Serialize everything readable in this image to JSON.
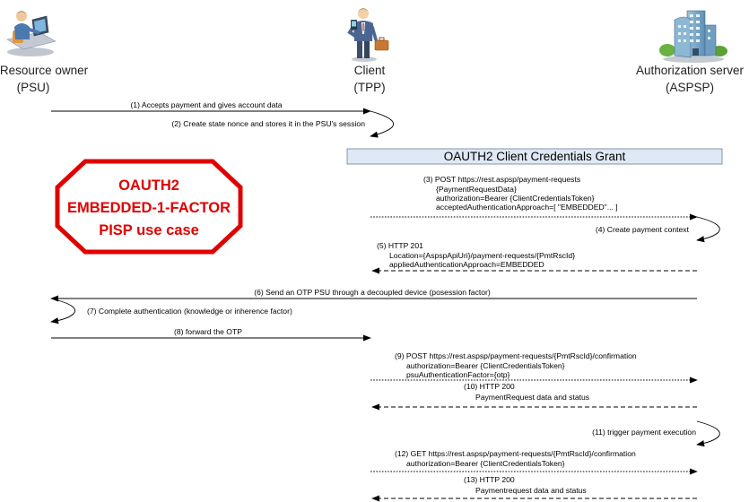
{
  "actors": {
    "psu": {
      "name": "Resource owner",
      "role": "(PSU)",
      "icon": "person-at-computer-icon"
    },
    "tpp": {
      "name": "Client",
      "role": "(TPP)",
      "icon": "businessman-with-phone-icon"
    },
    "aspsp": {
      "name": "Authorization server",
      "role": "(ASPSP)",
      "icon": "bank-building-icon"
    }
  },
  "banner": {
    "title": "OAUTH2 Client Credentials Grant"
  },
  "badge": {
    "line1": "OAUTH2",
    "line2": "EMBEDDED-1-FACTOR",
    "line3": "PISP use case",
    "color": "#e00000"
  },
  "messages": {
    "m1": "(1) Accepts payment and gives account data",
    "m2": "(2) Create state nonce and stores it in the PSU's session",
    "m3": [
      "(3) POST https://rest.aspsp/payment-requests",
      "{PaymentRequestData}",
      "authorization=Bearer {ClientCredentialsToken}",
      "acceptedAuthenticationApproach=[ \"EMBEDDED\"... ]"
    ],
    "m4": "(4) Create payment context",
    "m5": [
      "(5) HTTP 201",
      "Location={AspspApiUri}/payment-requests/{PmtRscId}",
      "appliedAuthenticationApproach=EMBEDDED"
    ],
    "m6": "(6) Send an OTP PSU through a decoupled device (posession factor)",
    "m7": "(7) Complete authentication (knowledge or inherence factor)",
    "m8": "(8) forward the OTP",
    "m9": [
      "(9) POST https://rest.aspsp/payment-requests/{PmtRscId}/confirmation",
      "authorization=Bearer {ClientCredentialsToken}",
      "psuAuthenticationFactor={otp}"
    ],
    "m10": [
      "(10) HTTP 200",
      "PaymentRequest data and status"
    ],
    "m11": "(11) trigger payment execution",
    "m12": [
      "(12) GET https://rest.aspsp/payment-requests/{PmtRscId}/confirmation",
      "authorization=Bearer {ClientCredentialsToken}"
    ],
    "m13": [
      "(13) HTTP 200",
      "Paymentrequest data and status"
    ]
  }
}
